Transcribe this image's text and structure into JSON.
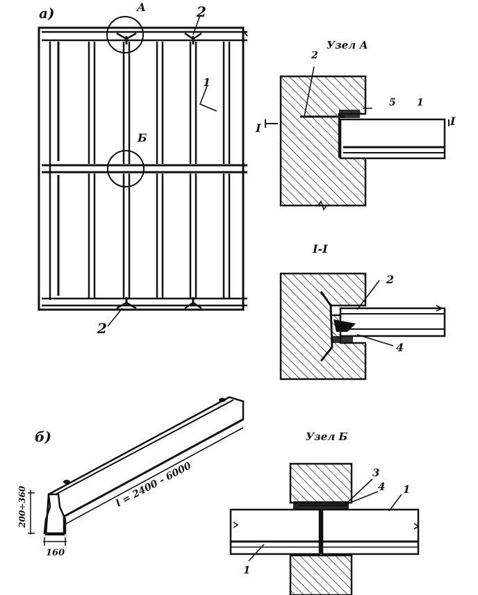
{
  "labels": {
    "fig_a": "а)",
    "fig_b": "б)",
    "node_a_mark": "А",
    "node_b_mark": "Б",
    "node_a_title": "Узел А",
    "node_b_title": "Узел Б",
    "section_title": "I-I",
    "roman_left": "I",
    "roman_right": "I",
    "n1": "1",
    "n2": "2",
    "n3": "3",
    "n4": "4",
    "n5": "5",
    "length_text": "l = 2400 - 6000",
    "width_text": "160",
    "height_text": "200÷360"
  },
  "colors": {
    "ink": "#111111",
    "paper": "#ffffff"
  }
}
